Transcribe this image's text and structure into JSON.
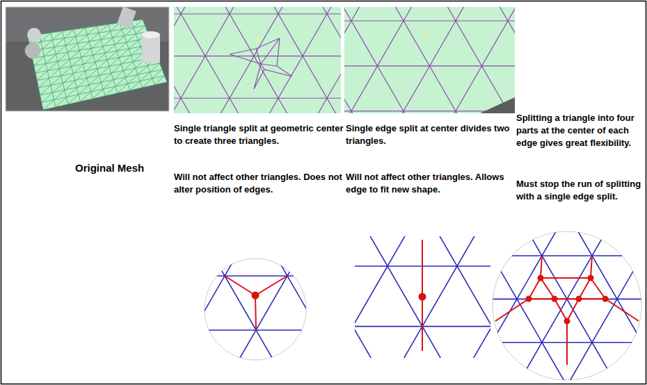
{
  "diagram": {
    "labels": [
      "Original Mesh",
      "Single triangle split at geometric center to create three triangles.",
      "Will not affect other triangles. Does not alter position of edges.",
      "Single edge split at center divides two triangles.",
      "Will not affect other triangles. Allows edge to fit new shape.",
      "Splitting a triangle into four parts at the center of each edge gives great flexibility.",
      "Must stop the run of splitting with a single edge split."
    ]
  }
}
